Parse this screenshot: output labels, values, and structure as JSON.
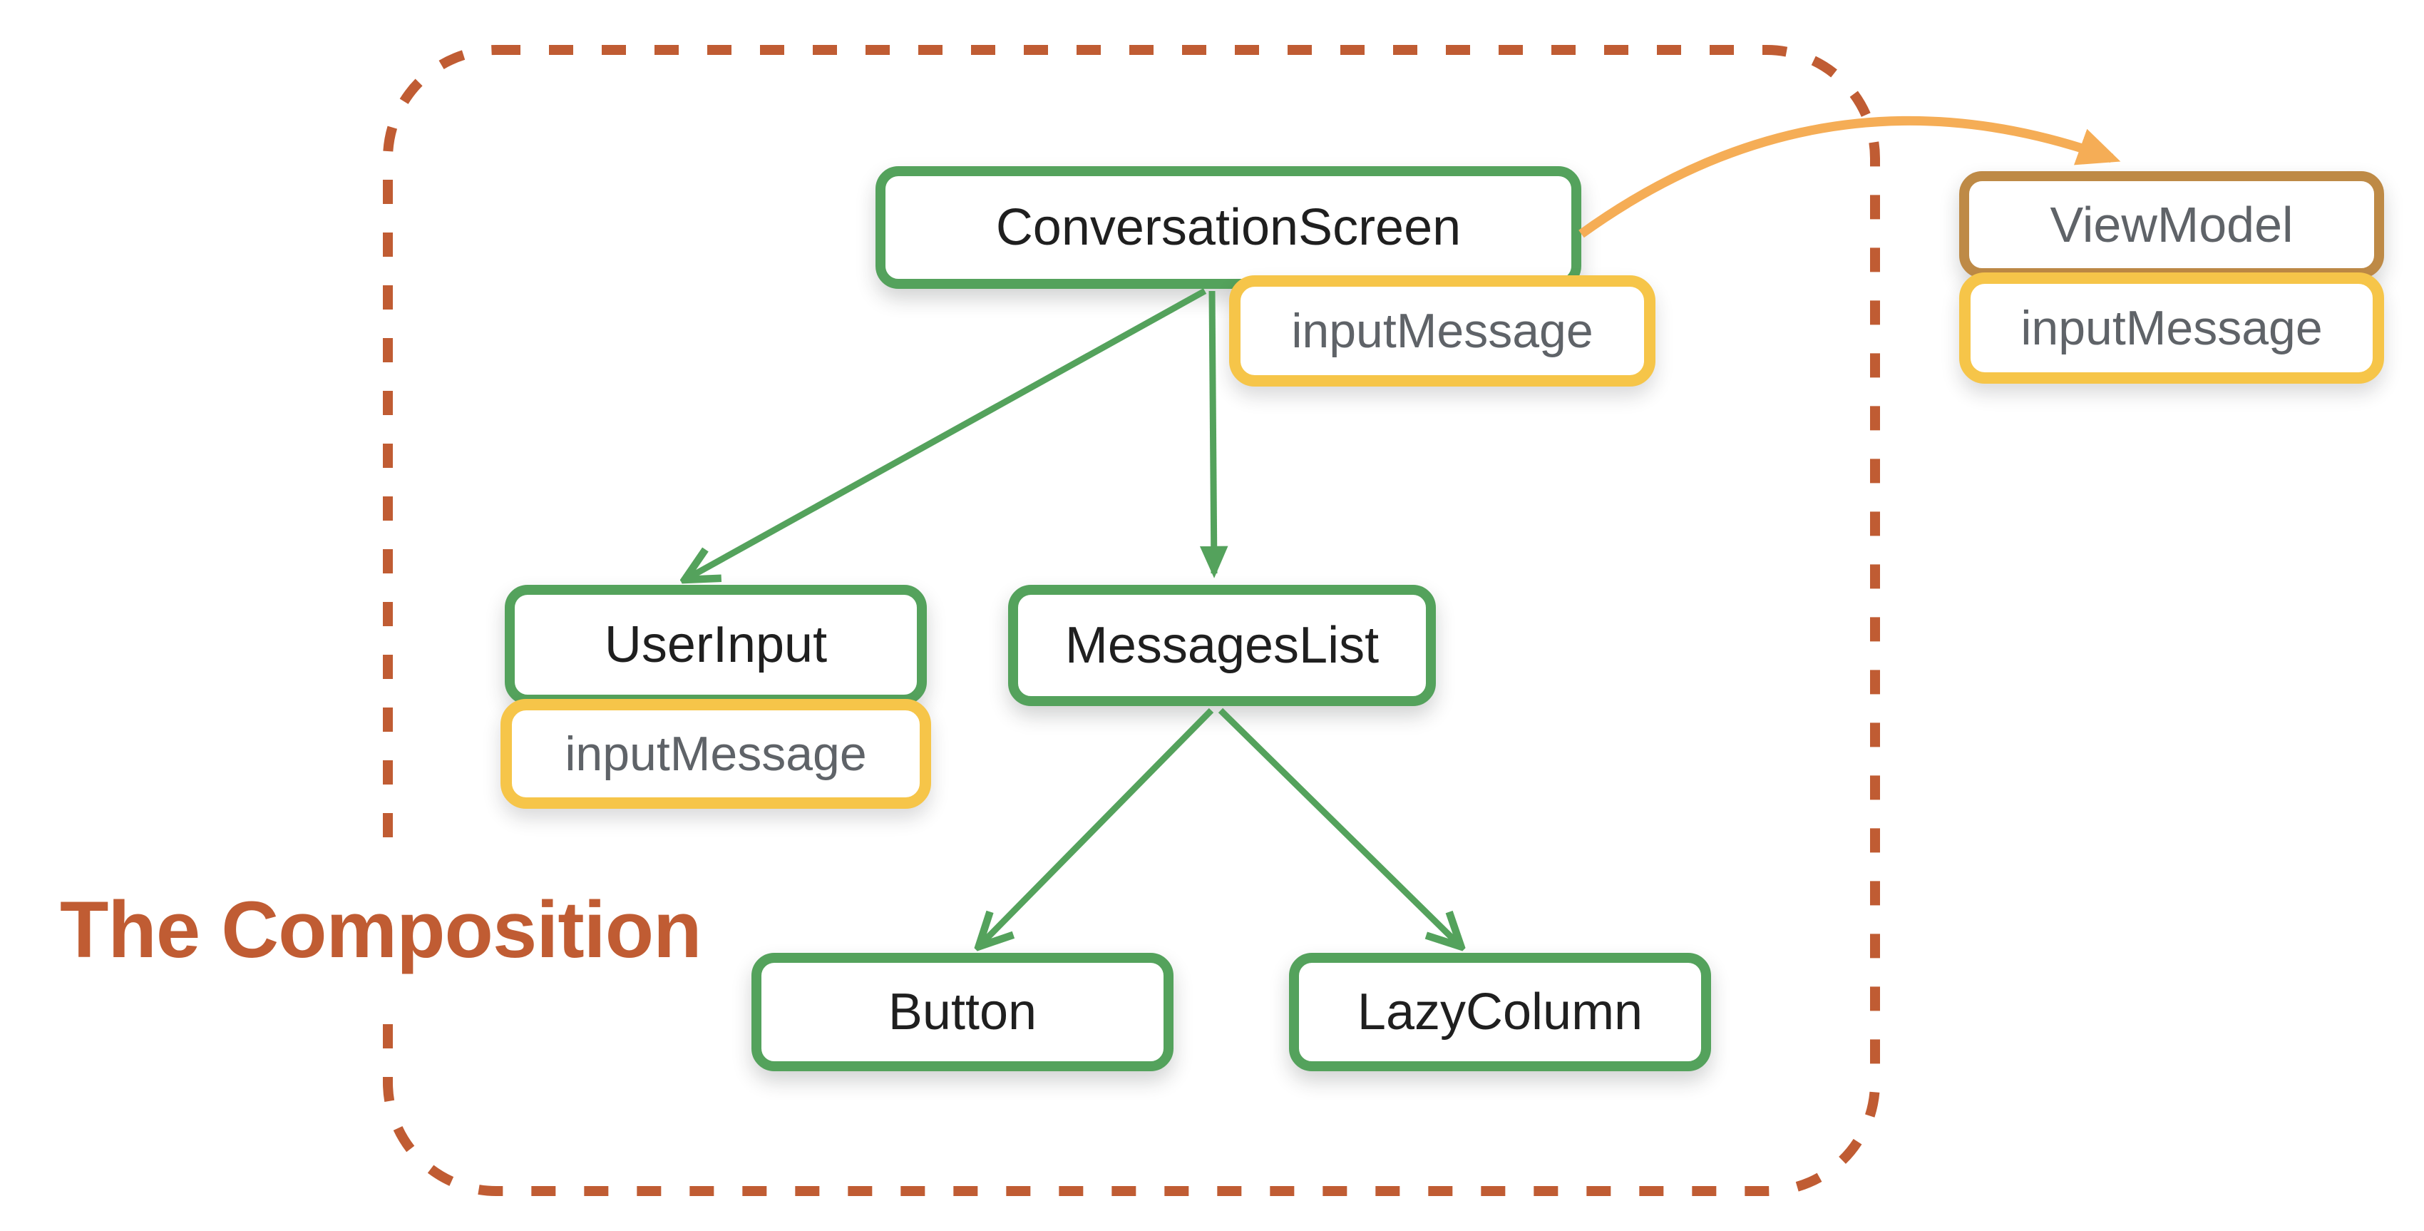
{
  "title": "The Composition",
  "nodes": {
    "conversationScreen": "ConversationScreen",
    "csInputMessage": "inputMessage",
    "userInput": "UserInput",
    "uiInputMessage": "inputMessage",
    "messagesList": "MessagesList",
    "button": "Button",
    "lazyColumn": "LazyColumn",
    "viewModel": "ViewModel",
    "vmInputMessage": "inputMessage"
  },
  "edges": [
    {
      "from": "ConversationScreen",
      "to": "UserInput",
      "style": "green-arrow"
    },
    {
      "from": "ConversationScreen",
      "to": "MessagesList",
      "style": "green-arrow"
    },
    {
      "from": "MessagesList",
      "to": "Button",
      "style": "green-arrow"
    },
    {
      "from": "MessagesList",
      "to": "LazyColumn",
      "style": "green-arrow"
    },
    {
      "from": "ConversationScreen",
      "to": "ViewModel",
      "style": "orange-curved-arrow"
    }
  ],
  "colors": {
    "composable_border": "#54A25C",
    "state_border": "#F6C549",
    "external_border": "#BE8A46",
    "orange_arrow": "#F5AD56",
    "boundary_dashed": "#C05C33",
    "title_text": "#C05C33",
    "state_text": "#5F6368",
    "composable_text": "#1F1F1F",
    "background": "#FFFFFF"
  }
}
